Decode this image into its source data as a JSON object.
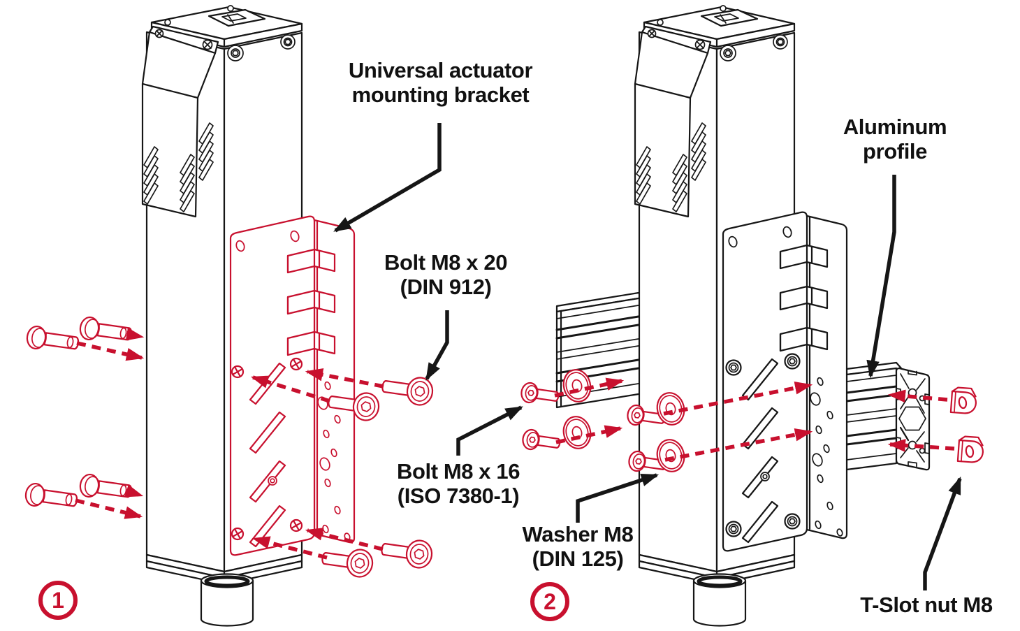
{
  "page": {
    "type": "assembly-instruction-diagram",
    "background": "#ffffff"
  },
  "colors": {
    "highlight_red": "#c8102e",
    "line_black": "#161616",
    "text_black": "#111111"
  },
  "step_badges": {
    "step_1": "1",
    "step_2": "2"
  },
  "labels": {
    "universal_bracket": {
      "line1": "Universal actuator",
      "line2": "mounting bracket"
    },
    "bolt_m8x20": {
      "line1": "Bolt M8 x 20",
      "line2": "(DIN 912)"
    },
    "bolt_m8x16": {
      "line1": "Bolt M8 x 16",
      "line2": "(ISO 7380-1)"
    },
    "washer_m8": {
      "line1": "Washer M8",
      "line2": "(DIN 125)"
    },
    "aluminum_profile": {
      "line1": "Aluminum",
      "line2": "profile"
    },
    "tslot_nut": {
      "line1": "T-Slot nut M8"
    }
  },
  "drawing_parts": {
    "step1": [
      "linear-actuator-drawing",
      "mounting-bracket-drawing",
      "socket-head-bolt-icon",
      "insertion-arrow-icon"
    ],
    "step2": [
      "linear-actuator-drawing",
      "mounting-bracket-drawing",
      "aluminum-profile-drawing",
      "button-head-bolt-icon",
      "washer-icon",
      "t-slot-nut-icon",
      "insertion-arrow-icon"
    ]
  }
}
